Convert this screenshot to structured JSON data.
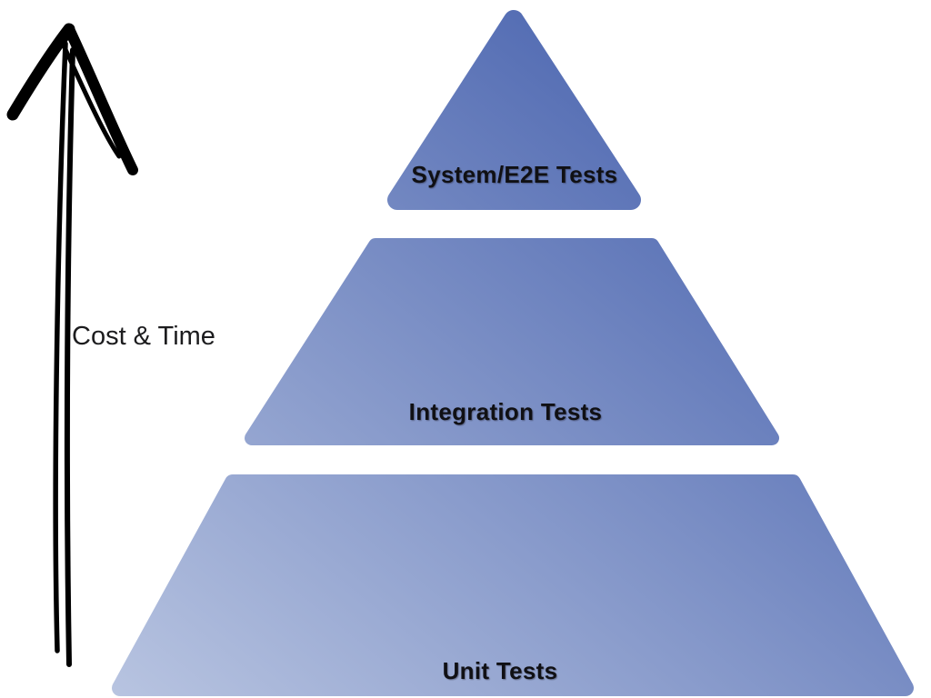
{
  "diagram": {
    "type": "pyramid",
    "tiers": [
      {
        "position": "top",
        "label": "System/E2E Tests"
      },
      {
        "position": "middle",
        "label": "Integration Tests"
      },
      {
        "position": "bottom",
        "label": "Unit Tests"
      }
    ],
    "axis": {
      "label": "Cost & Time",
      "direction": "up"
    },
    "colors": {
      "gradient_light": "#b9c5e1",
      "gradient_dark": "#4c66b0",
      "label_text": "#101014",
      "axis_text": "#1c1c1e",
      "arrow": "#000000",
      "background": "#ffffff"
    }
  }
}
